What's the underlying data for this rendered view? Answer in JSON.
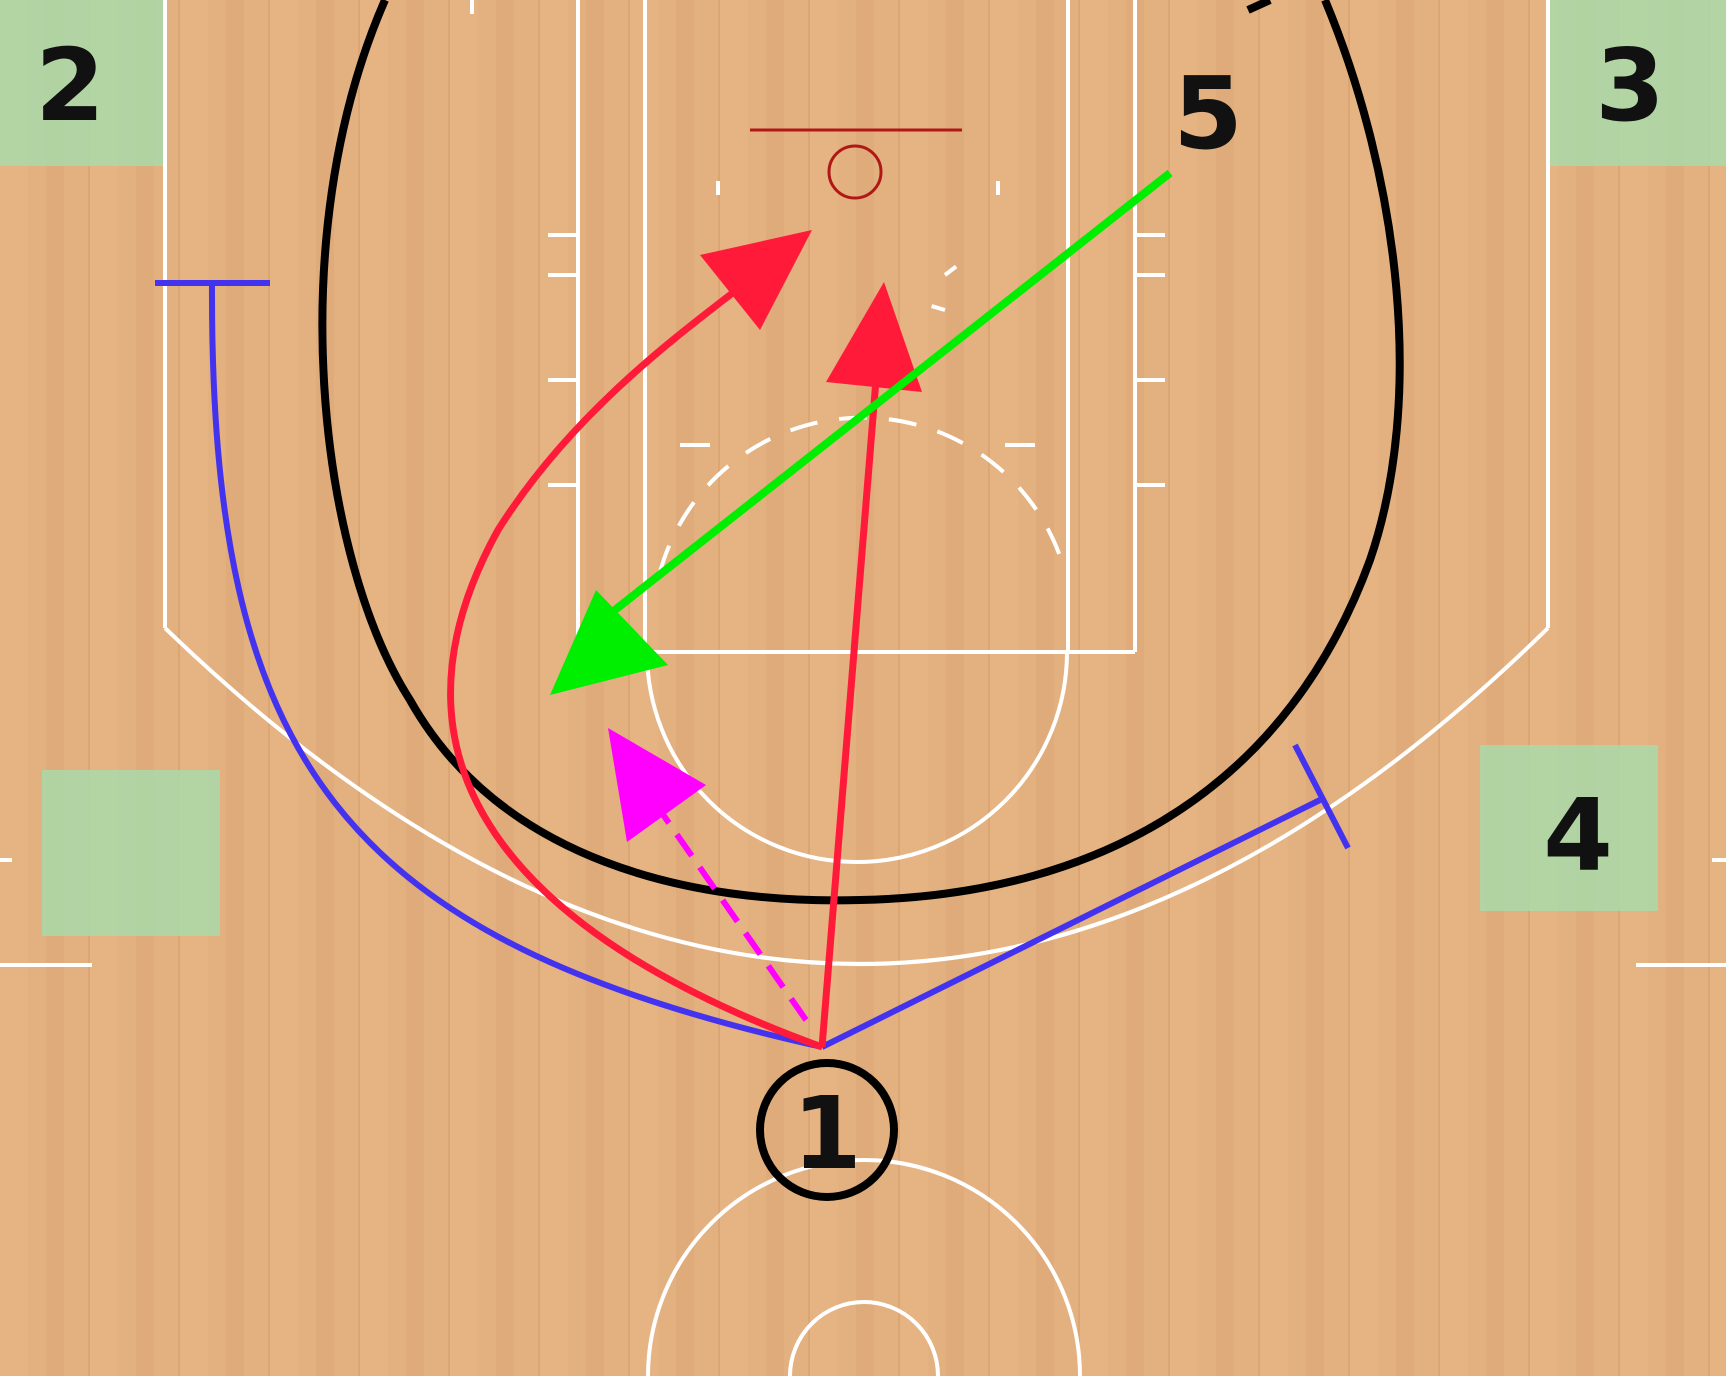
{
  "court": {
    "floor_color": "#e3b07f",
    "line_color": "#ffffff",
    "rim_color": "#b01818",
    "zone_color": "#a9d9a9"
  },
  "players": {
    "p1": {
      "label": "1"
    },
    "p2": {
      "label": "2"
    },
    "p3": {
      "label": "3"
    },
    "p4": {
      "label": "4"
    },
    "p5": {
      "label": "5"
    }
  },
  "paths": {
    "loop_color": "#000000",
    "cut_color": "#ff1a3a",
    "pass_color": "#00ee00",
    "dribble_color": "#ff00ff",
    "screen_color": "#4433ee"
  }
}
